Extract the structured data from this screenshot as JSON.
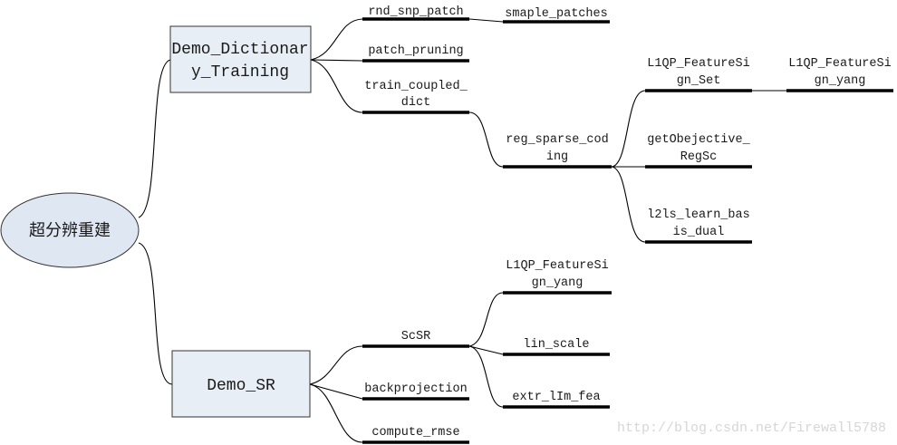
{
  "root": {
    "label": "超分辨重建"
  },
  "branches": {
    "training": {
      "title_line1": "Demo_Dictionar",
      "title_line2": "y_Training",
      "rnd_snp_patch": "rnd_snp_patch",
      "smaple_patches": "smaple_patches",
      "patch_pruning": "patch_pruning",
      "train_coupled_line1": "train_coupled_",
      "train_coupled_line2": "dict",
      "reg_sparse_line1": "reg_sparse_cod",
      "reg_sparse_line2": "ing",
      "l1qp_set_line1": "L1QP_FeatureSi",
      "l1qp_set_line2": "gn_Set",
      "l1qp_yang_line1": "L1QP_FeatureSi",
      "l1qp_yang_line2": "gn_yang",
      "getobj_line1": "getObejective_",
      "getobj_line2": "RegSc",
      "l2ls_line1": "l2ls_learn_bas",
      "l2ls_line2": "is_dual"
    },
    "sr": {
      "title": "Demo_SR",
      "scsr": "ScSR",
      "l1qp_line1": "L1QP_FeatureSi",
      "l1qp_line2": "gn_yang",
      "lin_scale": "lin_scale",
      "extr_fea": "extr_lIm_fea",
      "backprojection": "backprojection",
      "compute_rmse": "compute_rmse"
    }
  },
  "watermark": "http://blog.csdn.net/Firewall5788"
}
